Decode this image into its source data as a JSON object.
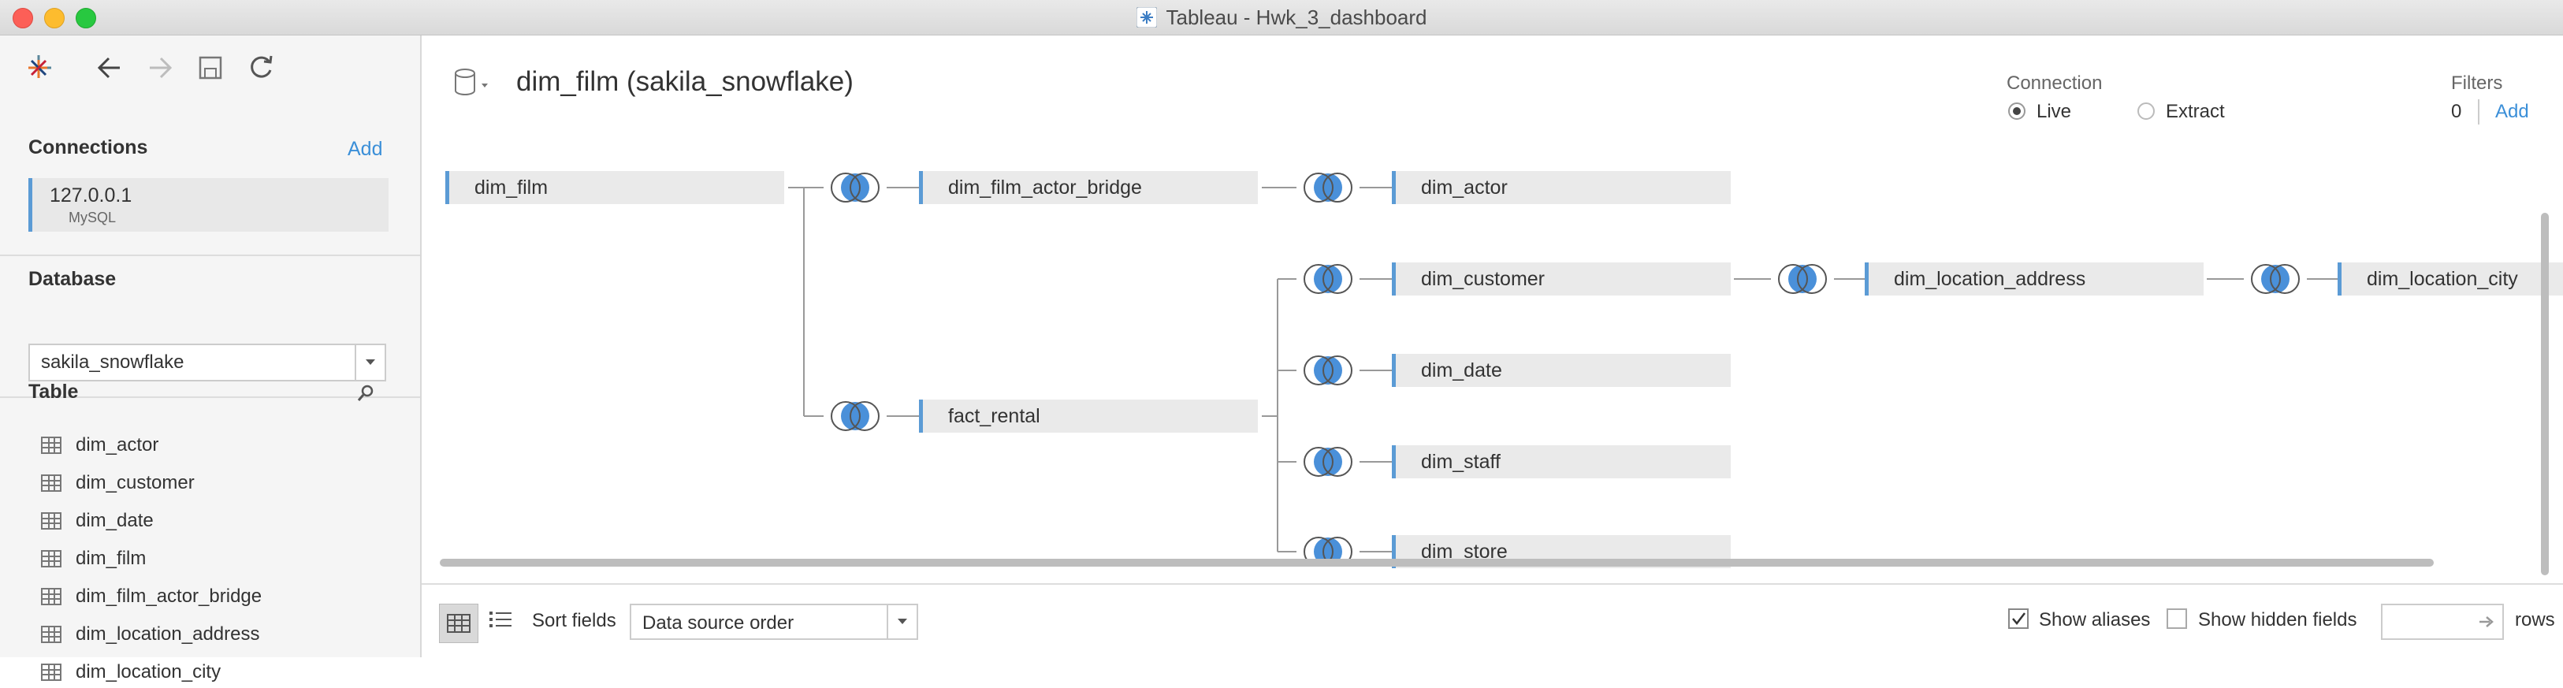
{
  "window": {
    "title": "Tableau - Hwk_3_dashboard"
  },
  "toolbar": {
    "icons": [
      "tableau-logo-icon",
      "back-arrow-icon",
      "forward-arrow-icon",
      "save-icon",
      "refresh-icon"
    ]
  },
  "connections": {
    "heading": "Connections",
    "add_label": "Add",
    "items": [
      {
        "host": "127.0.0.1",
        "type": "MySQL"
      }
    ]
  },
  "database": {
    "heading": "Database",
    "selected": "sakila_snowflake"
  },
  "table": {
    "heading": "Table",
    "items": [
      "dim_actor",
      "dim_customer",
      "dim_date",
      "dim_film",
      "dim_film_actor_bridge",
      "dim_location_address",
      "dim_location_city"
    ]
  },
  "header": {
    "datasource_title": "dim_film (sakila_snowflake)",
    "connection_label": "Connection",
    "live_label": "Live",
    "extract_label": "Extract",
    "connection_selected": "Live",
    "filters_label": "Filters",
    "filters_count": "0",
    "filters_add": "Add"
  },
  "canvas": {
    "tables": [
      "dim_film",
      "dim_film_actor_bridge",
      "dim_actor",
      "dim_customer",
      "dim_location_address",
      "dim_location_city",
      "fact_rental",
      "dim_date",
      "dim_staff",
      "dim_store"
    ]
  },
  "bottom": {
    "sort_label": "Sort fields",
    "sort_value": "Data source order",
    "show_aliases_label": "Show aliases",
    "show_aliases_checked": true,
    "show_hidden_label": "Show hidden fields",
    "show_hidden_checked": false,
    "rows_label": "rows"
  },
  "colors": {
    "accent": "#5b9bd5",
    "join_fill": "#4a90d9",
    "link": "#3b8fd8"
  }
}
